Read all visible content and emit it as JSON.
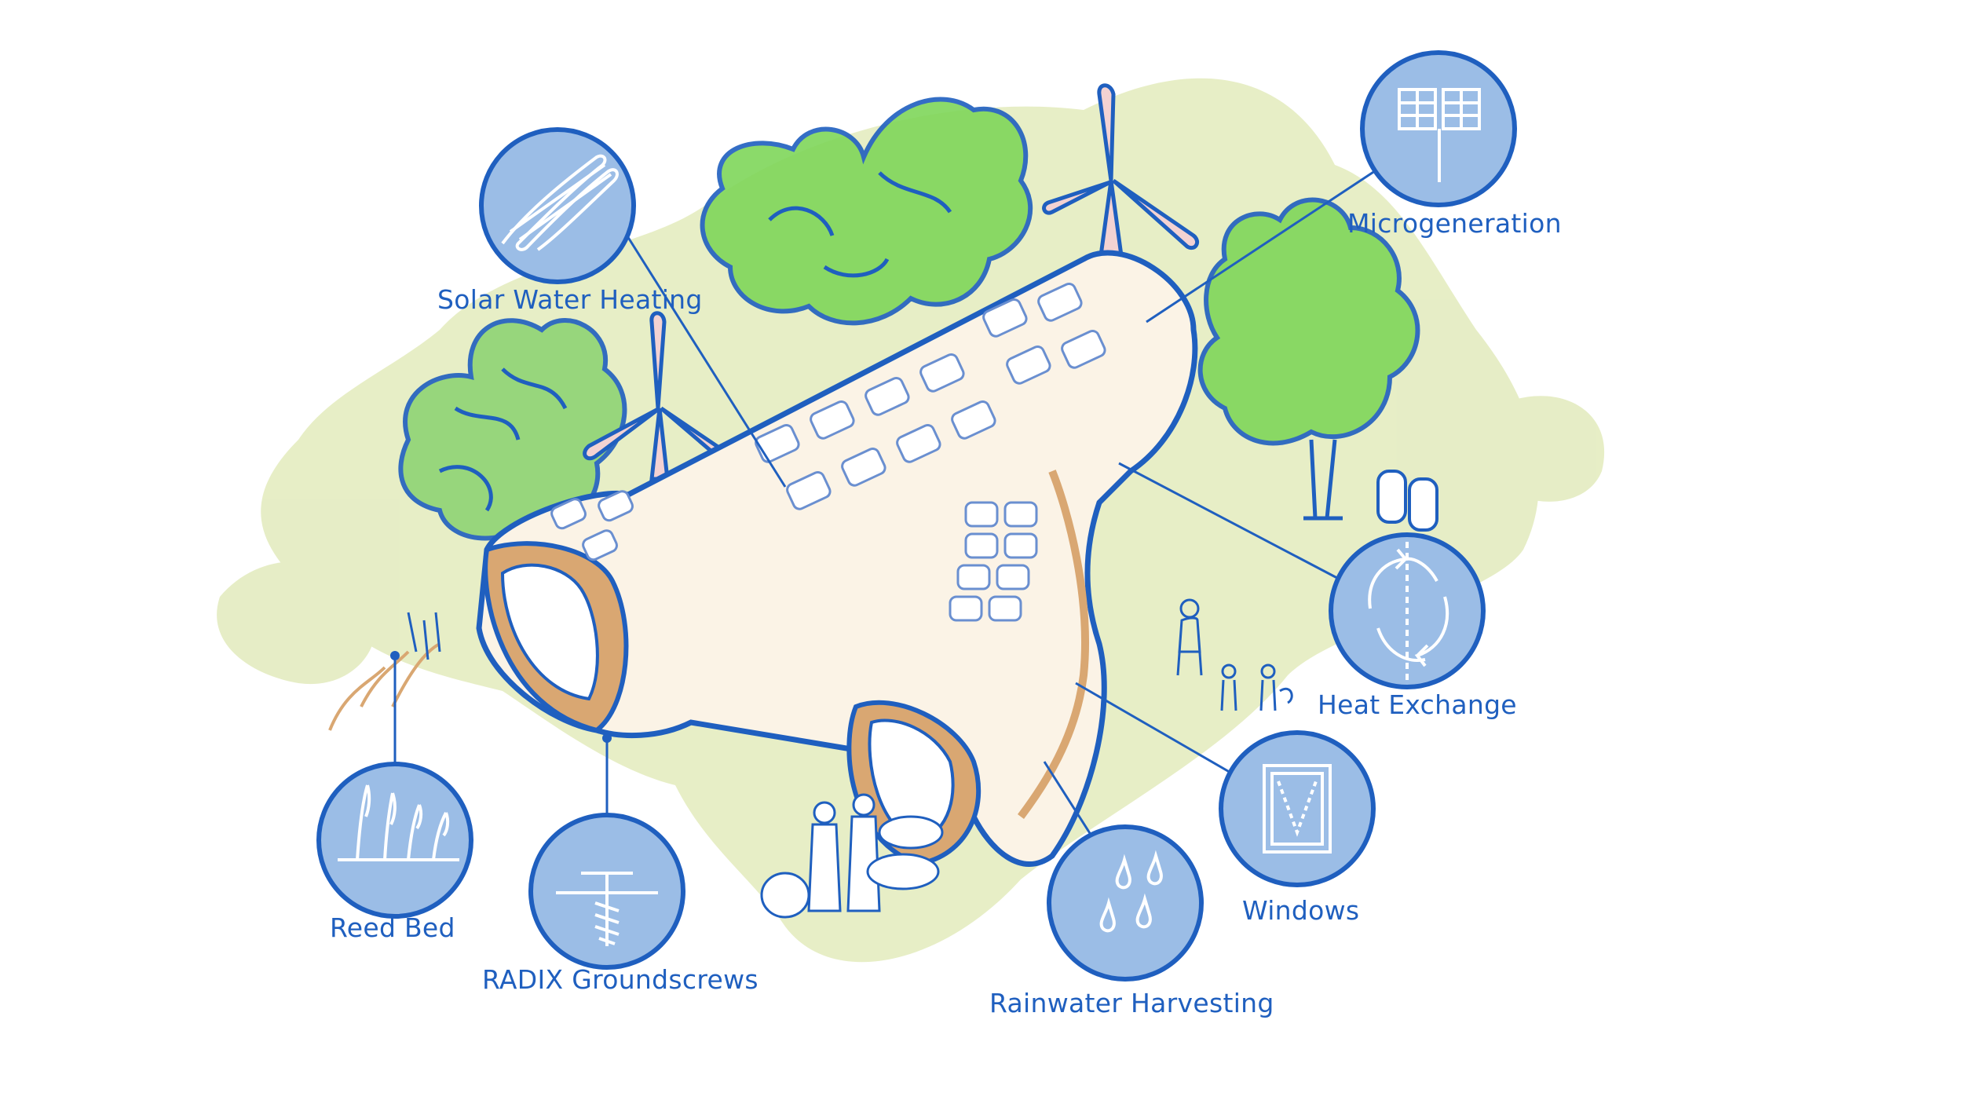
{
  "labels": {
    "solar_water_heating": "Solar Water Heating",
    "microgeneration": "Microgeneration",
    "heat_exchange": "Heat Exchange",
    "windows": "Windows",
    "rainwater_harvesting": "Rainwater Harvesting",
    "radix_groundscrews": "RADIX Groundscrews",
    "reed_bed": "Reed Bed"
  },
  "icons": {
    "solar_water_heating": "solar-collector-coil-icon",
    "microgeneration": "solar-panel-icon",
    "heat_exchange": "recycle-arrows-icon",
    "windows": "window-icon",
    "rainwater_harvesting": "water-drops-icon",
    "radix_groundscrews": "groundscrew-icon",
    "reed_bed": "reeds-icon"
  },
  "colors": {
    "circle_fill": "#9bbde6",
    "circle_stroke": "#1f5fbf",
    "label_text": "#1f5fbf",
    "ground_wash": "#e4ecc0",
    "foliage_green": "#7fd65a",
    "structure_tan": "#d9a772"
  }
}
